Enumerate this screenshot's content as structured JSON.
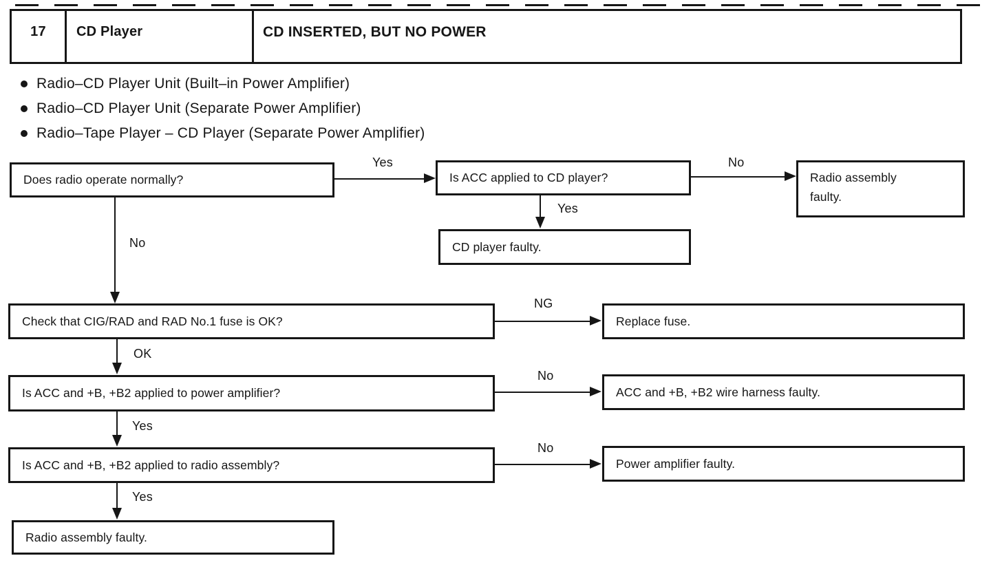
{
  "header": {
    "number": "17",
    "system": "CD Player",
    "symptom": "CD INSERTED, BUT NO POWER"
  },
  "applicable_units": [
    {
      "text": "Radio–CD Player Unit (Built–in Power Amplifier)"
    },
    {
      "text": "Radio–CD Player Unit (Separate Power Amplifier)"
    },
    {
      "text": "Radio–Tape Player – CD Player (Separate Power Amplifier)"
    }
  ],
  "flowchart": {
    "boxes": [
      {
        "id": "q-radio-operates",
        "text": "Does radio operate normally?"
      },
      {
        "id": "q-acc-to-cd-player",
        "text": "Is ACC applied to CD player?"
      },
      {
        "id": "r-radio-assembly-faulty-top",
        "text": "Radio assembly faulty."
      },
      {
        "id": "r-cd-player-faulty",
        "text": "CD player faulty."
      },
      {
        "id": "q-fuse-ok",
        "text": "Check that CIG/RAD and RAD No.1 fuse is OK?"
      },
      {
        "id": "r-replace-fuse",
        "text": "Replace fuse."
      },
      {
        "id": "q-power-to-amp",
        "text": "Is ACC and +B, +B2 applied to power amplifier?"
      },
      {
        "id": "r-wire-harness-faulty",
        "text": "ACC and +B, +B2 wire harness faulty."
      },
      {
        "id": "q-power-to-radio",
        "text": "Is ACC and +B, +B2 applied to radio assembly?"
      },
      {
        "id": "r-power-amp-faulty",
        "text": "Power amplifier faulty."
      },
      {
        "id": "r-radio-assembly-faulty-bottom",
        "text": "Radio assembly faulty."
      }
    ],
    "edge_labels": [
      {
        "text": "Yes"
      },
      {
        "text": "No"
      },
      {
        "text": "Yes"
      },
      {
        "text": "No"
      },
      {
        "text": "NG"
      },
      {
        "text": "OK"
      },
      {
        "text": "No"
      },
      {
        "text": "Yes"
      },
      {
        "text": "No"
      },
      {
        "text": "Yes"
      }
    ]
  },
  "colors": {
    "ink": "#161616",
    "paper": "#ffffff"
  }
}
